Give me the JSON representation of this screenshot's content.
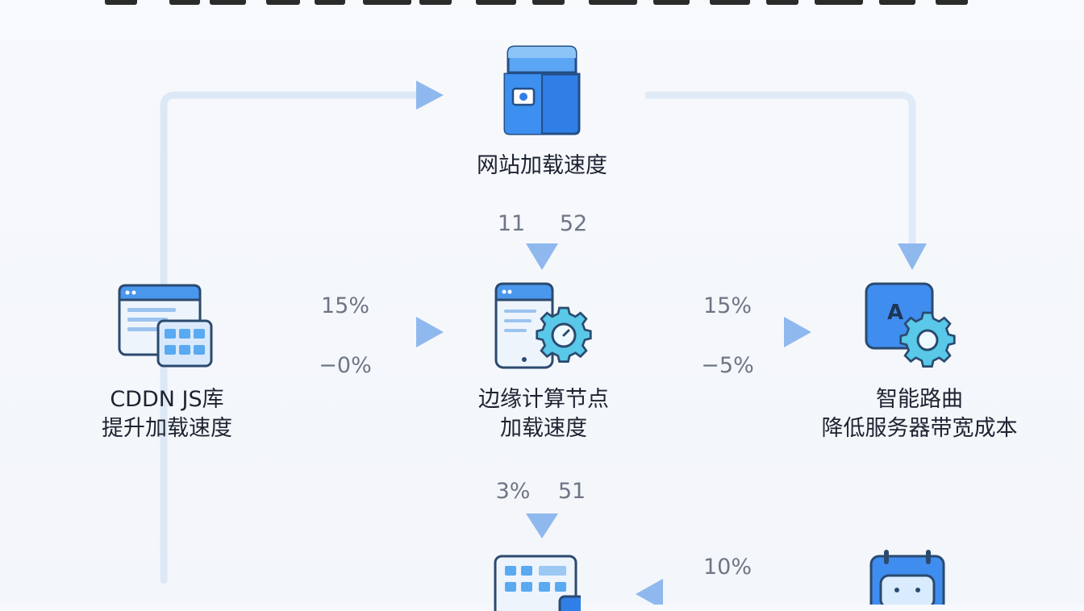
{
  "nodes": {
    "website_speed": {
      "label": "网站加载速度"
    },
    "cdn_js": {
      "line1": "CDDN JS库",
      "line2": "提升加载速度"
    },
    "edge_node": {
      "line1": "边缘计算节点",
      "line2": "加载速度"
    },
    "smart_routing": {
      "line1": "智能路曲",
      "line2": "降低服务器带宽成本"
    }
  },
  "edges": {
    "website_to_edge": {
      "left": "11",
      "right": "52"
    },
    "cdn_to_edge": {
      "top": "15%",
      "bottom": "−0%"
    },
    "edge_to_routing": {
      "top": "15%",
      "bottom": "−5%"
    },
    "edge_to_bottom": {
      "left": "3%",
      "right": "51"
    },
    "bottomright_to_bottom": {
      "top": "10%"
    }
  },
  "colors": {
    "arrow": "#8fb8ee",
    "icon_blue": "#2f7fe6",
    "icon_light": "#e8f1fc",
    "icon_outline": "#2b4a6f",
    "accent_cyan": "#5ac8e8"
  }
}
